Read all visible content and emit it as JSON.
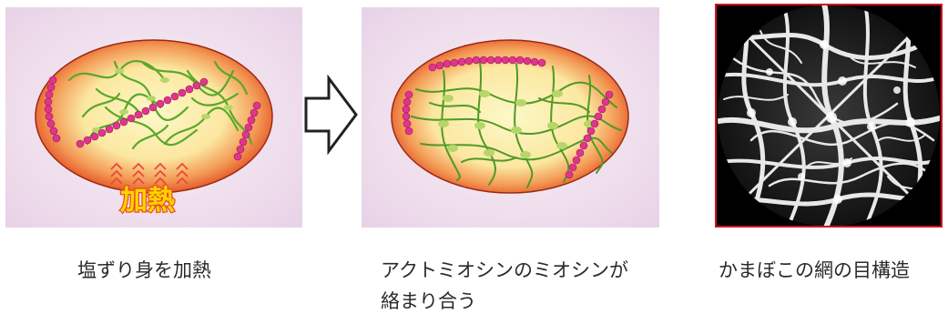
{
  "panels": [
    {
      "caption": "塩ずり身を加熱",
      "badge": "加熱"
    },
    {
      "caption_line1": "アクトミオシンのミオシンが",
      "caption_line2": "絡まり合う"
    },
    {
      "caption": "かまぼこの網の目構造"
    }
  ],
  "colors": {
    "panel_bg": "#f3e6f0",
    "egg_outer": "#e64a1f",
    "egg_inner": "#fbf2c0",
    "strand": "#5aa82a",
    "bead": "#e2348f",
    "badge_text": "#ffd400",
    "sem_frame": "#d2141e"
  }
}
